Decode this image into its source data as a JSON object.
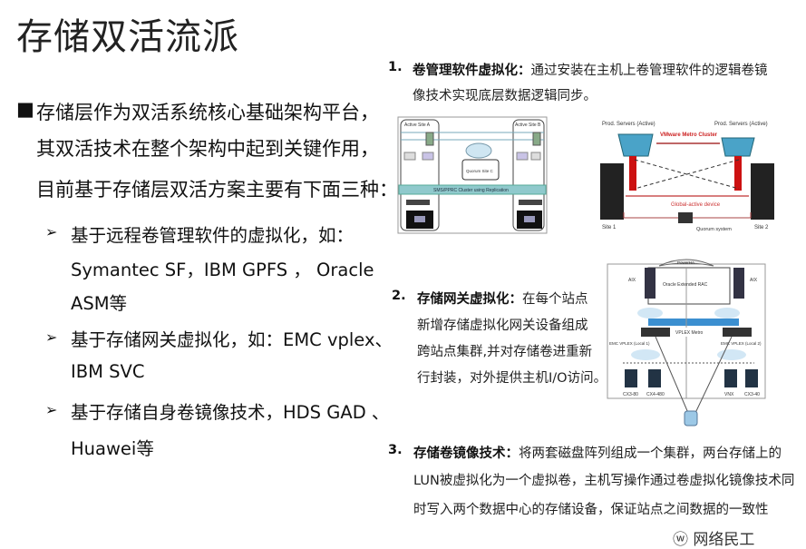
{
  "title": "存储双活流派",
  "left": {
    "intro_lines": [
      "存储层作为双活系统核心基础架构平台，",
      "其双活技术在整个架构中起到关键作用，",
      "目前基于存储层双活方案主要有下面三种："
    ],
    "items": [
      {
        "lines": [
          "基于远程卷管理软件的虚拟化，如：",
          "Symantec  SF，IBM GPFS ， Oracle",
          "ASM等"
        ]
      },
      {
        "lines": [
          "基于存储网关虚拟化，如：EMC vplex、",
          "IBM SVC"
        ]
      },
      {
        "lines": [
          "基于存储自身卷镜像技术，HDS GAD 、",
          "Huawei等"
        ]
      }
    ]
  },
  "right": {
    "items": [
      {
        "num": "1.",
        "head": "卷管理软件虚拟化：",
        "lines": [
          "通过安装在主机上卷管理软件的逻辑卷镜",
          "像技术实现底层数据逻辑同步。"
        ]
      },
      {
        "num": "2.",
        "head": "存储网关虚拟化：",
        "lines": [
          "在每个站点",
          "新增存储虚拟化网关设备组成",
          "跨站点集群,并对存储卷进重新",
          "行封装，对外提供主机I/O访问。"
        ]
      },
      {
        "num": "3.",
        "head": "存储卷镜像技术：",
        "lines": [
          "将两套磁盘阵列组成一个集群，两台存储上的",
          "LUN被虚拟化为一个虚拟卷，主机写操作通过卷虚拟化镜像技术同",
          "时写入两个数据中心的存储设备，保证站点之间数据的一致性"
        ]
      }
    ],
    "diagram1": {
      "site_a": "Active Site A",
      "site_b": "Active Site B",
      "cluster_bar": "SMS/PPRC Cluster using Replication",
      "quorum": "Quorum Site C"
    },
    "diagram2": {
      "servers_left": "Prod. Servers (Active)",
      "servers_right": "Prod. Servers (Active)",
      "cluster": "VMware Metro Cluster",
      "device": "Global-active device",
      "site1": "Site 1",
      "site2": "Site 2",
      "quorum": "Quorum system"
    },
    "diagram3": {
      "top": "PowerHA",
      "rac": "Oracle Extended RAC",
      "aix_left": "AIX",
      "aix_right": "AIX",
      "vplex_left": "EMC VPLEX (Local 1)",
      "vplex_right": "EMC VPLEX (Local 2)",
      "metro": "VPLEX Metro",
      "arrays": [
        "CX3-80",
        "CX4-480",
        "VNX",
        "CX3-40"
      ]
    }
  },
  "watermark": "网络民工"
}
